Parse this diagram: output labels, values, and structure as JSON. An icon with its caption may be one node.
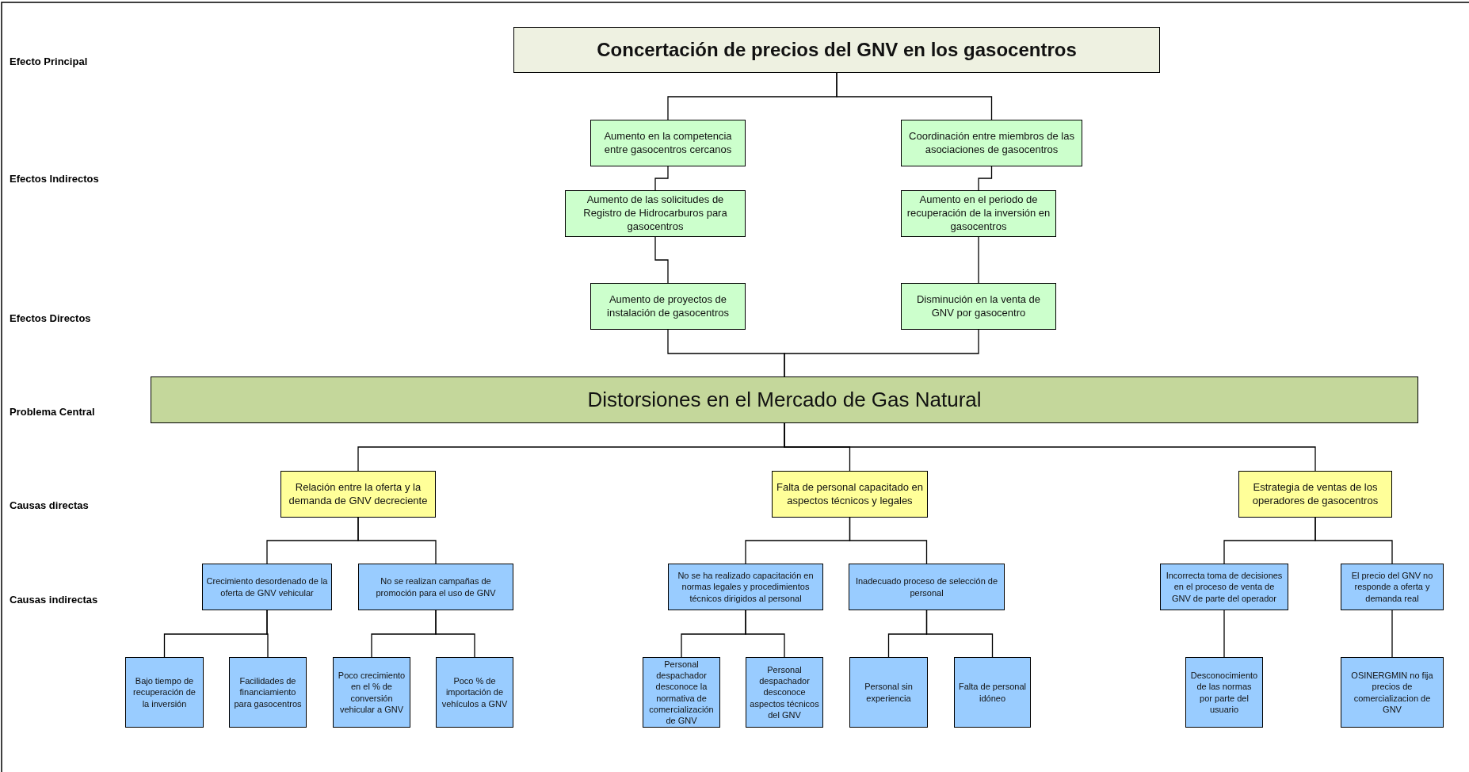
{
  "diagram": {
    "nodes": [
      {
        "text": [
          "Concertación de precios del GNV en los gasocentros"
        ]
      },
      {
        "text": [
          "Aumento en la competencia entre gasocentros cercanos"
        ]
      },
      {
        "text": [
          "Coordinación entre miembros de las asociaciones de gasocentros"
        ]
      },
      {
        "text": [
          "Aumento de las solicitudes de Registro de Hidrocarburos para gasocentros"
        ]
      },
      {
        "text": [
          "Aumento en el periodo de recuperación de la inversión en gasocentros"
        ]
      },
      {
        "text": [
          "Aumento de proyectos de instalación de gasocentros"
        ]
      },
      {
        "text": [
          "Disminución en la venta de GNV por gasocentro"
        ]
      },
      {
        "text": [
          "Distorsiones en el Mercado de Gas Natural"
        ]
      },
      {
        "text": [
          "Relación entre la oferta y la demanda de GNV decreciente"
        ]
      },
      {
        "text": [
          "Falta de personal capacitado en aspectos técnicos  y legales"
        ]
      },
      {
        "text": [
          "Estrategia de ventas de los operadores de gasocentros"
        ]
      },
      {
        "text": [
          "Crecimiento desordenado de la oferta de GNV vehicular"
        ]
      },
      {
        "text": [
          "No se realizan campañas de promoción para el uso de GNV"
        ]
      },
      {
        "text": [
          "No se ha realizado capacitación en normas legales y procedimientos técnicos dirigidos al personal"
        ]
      },
      {
        "text": [
          "Inadecuado proceso de selección de personal"
        ]
      },
      {
        "text": [
          "Incorrecta toma de decisiones en el proceso de venta de GNV de parte del operador"
        ]
      },
      {
        "text": [
          "El precio del GNV no responde a oferta y demanda real"
        ]
      },
      {
        "text": [
          "Bajo tiempo de recuperación de la inversión"
        ]
      },
      {
        "text": [
          "Facilidades de financiamiento para gasocentros"
        ]
      },
      {
        "text": [
          "Poco crecimiento en el % de conversión vehicular a GNV"
        ]
      },
      {
        "text": [
          "Poco % de importación de vehículos a GNV"
        ]
      },
      {
        "text": [
          "Personal despachador desconoce la normativa de comercialización de GNV"
        ]
      },
      {
        "text": [
          "Personal despachador desconoce aspectos técnicos del GNV"
        ]
      },
      {
        "text": [
          "Personal sin experiencia"
        ]
      },
      {
        "text": [
          "Falta de personal idóneo"
        ]
      },
      {
        "text": [
          "Desconocimiento de las normas por parte del usuario"
        ]
      },
      {
        "text": [
          "OSINERGMIN no fija precios de comercializacion de GNV"
        ]
      }
    ],
    "edges": [
      {
        "from": 0,
        "to": 1,
        "arrow": "none"
      },
      {
        "from": 0,
        "to": 2,
        "arrow": "none"
      },
      {
        "from": 1,
        "to": 3,
        "arrow": "none"
      },
      {
        "from": 2,
        "to": 4,
        "arrow": "none"
      },
      {
        "from": 3,
        "to": 5,
        "arrow": "none"
      },
      {
        "from": 4,
        "to": 6,
        "arrow": "none"
      },
      {
        "from": 5,
        "to": 7,
        "arrow": "none"
      },
      {
        "from": 6,
        "to": 7,
        "arrow": "none"
      },
      {
        "from": 7,
        "to": 8,
        "arrow": "none"
      },
      {
        "from": 7,
        "to": 9,
        "arrow": "none"
      },
      {
        "from": 7,
        "to": 10,
        "arrow": "none"
      },
      {
        "from": 8,
        "to": 11,
        "arrow": "none"
      },
      {
        "from": 8,
        "to": 12,
        "arrow": "none"
      },
      {
        "from": 9,
        "to": 13,
        "arrow": "none"
      },
      {
        "from": 9,
        "to": 14,
        "arrow": "none"
      },
      {
        "from": 10,
        "to": 15,
        "arrow": "none"
      },
      {
        "from": 10,
        "to": 16,
        "arrow": "none"
      },
      {
        "from": 11,
        "to": 17,
        "arrow": "none"
      },
      {
        "from": 11,
        "to": 18,
        "arrow": "none"
      },
      {
        "from": 12,
        "to": 19,
        "arrow": "none"
      },
      {
        "from": 12,
        "to": 20,
        "arrow": "none"
      },
      {
        "from": 13,
        "to": 21,
        "arrow": "none"
      },
      {
        "from": 13,
        "to": 22,
        "arrow": "none"
      },
      {
        "from": 14,
        "to": 23,
        "arrow": "none"
      },
      {
        "from": 14,
        "to": 24,
        "arrow": "none"
      },
      {
        "from": 15,
        "to": 25,
        "arrow": "none"
      },
      {
        "from": 16,
        "to": 26,
        "arrow": "none"
      }
    ],
    "labels": [
      "Efecto Principal",
      "Efectos Indirectos",
      "Efectos Directos",
      "Problema Central",
      "Causas directas",
      "Causas indirectas"
    ]
  }
}
